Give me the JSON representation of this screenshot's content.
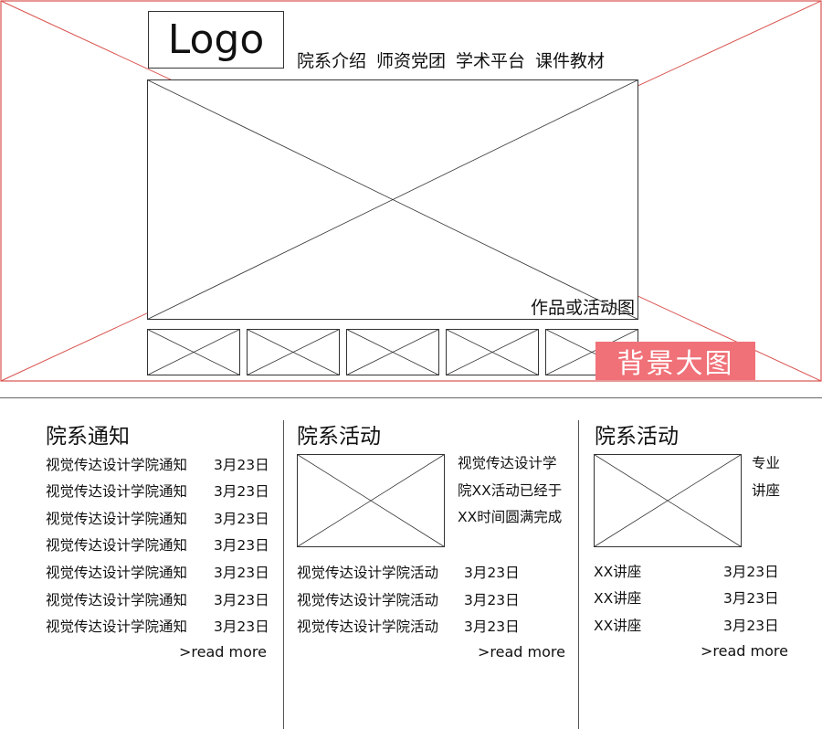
{
  "header": {
    "logo": "Logo",
    "nav": [
      "院系介绍",
      "师资党团",
      "学术平台",
      "课件教材"
    ]
  },
  "hero": {
    "caption": "作品或活动图",
    "background_label": "背景大图",
    "background_label_color": "#f07178",
    "annotation_line_color": "#d9534f"
  },
  "notices": {
    "title": "院系通知",
    "items": [
      {
        "text": "视觉传达设计学院通知",
        "date": "3月23日"
      },
      {
        "text": "视觉传达设计学院通知",
        "date": "3月23日"
      },
      {
        "text": "视觉传达设计学院通知",
        "date": "3月23日"
      },
      {
        "text": "视觉传达设计学院通知",
        "date": "3月23日"
      },
      {
        "text": "视觉传达设计学院通知",
        "date": "3月23日"
      },
      {
        "text": "视觉传达设计学院通知",
        "date": "3月23日"
      },
      {
        "text": "视觉传达设计学院通知",
        "date": "3月23日"
      }
    ],
    "more": ">read more"
  },
  "activities": {
    "title": "院系活动",
    "feature_lines": [
      "视觉传达设计学",
      "院XX活动已经于",
      "XX时间圆满完成"
    ],
    "items": [
      {
        "text": "视觉传达设计学院活动",
        "date": "3月23日"
      },
      {
        "text": "视觉传达设计学院活动",
        "date": "3月23日"
      },
      {
        "text": "视觉传达设计学院活动",
        "date": "3月23日"
      }
    ],
    "more": ">read more"
  },
  "lectures": {
    "title": "院系活动",
    "feature_lines": [
      "专业",
      "讲座"
    ],
    "items": [
      {
        "text": "XX讲座",
        "date": "3月23日"
      },
      {
        "text": "XX讲座",
        "date": "3月23日"
      },
      {
        "text": "XX讲座",
        "date": "3月23日"
      }
    ],
    "more": ">read more"
  }
}
